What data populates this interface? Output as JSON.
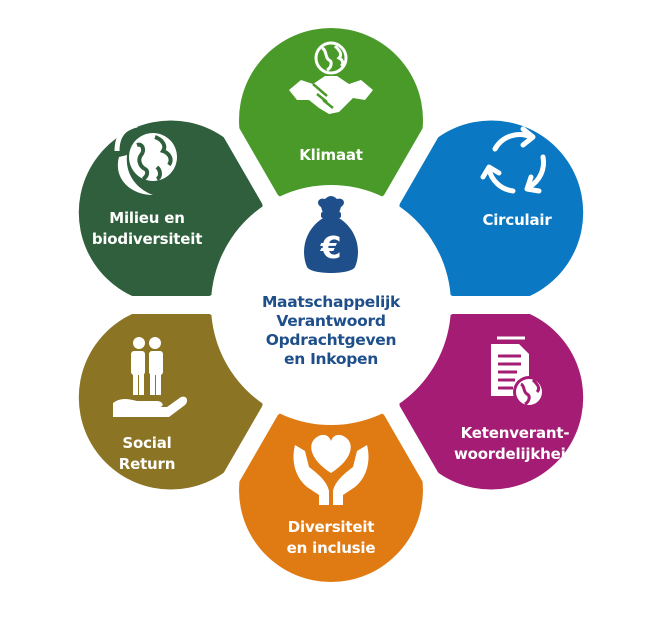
{
  "center": {
    "lines": [
      "Maatschappelijk",
      "Verantwoord",
      "Opdrachtgeven",
      "en Inkopen"
    ],
    "icon": "money-bag-euro-icon",
    "color": "#1f4f8a"
  },
  "segments": [
    {
      "id": "klimaat",
      "lines": [
        "Klimaat"
      ],
      "icon": "globe-handshake-icon",
      "color": "#4a9a2a"
    },
    {
      "id": "circulair",
      "lines": [
        "Circulair"
      ],
      "icon": "recycle-arrows-icon",
      "color": "#0a78c3"
    },
    {
      "id": "keten",
      "lines": [
        "Ketenverant-",
        "woordelijkheid"
      ],
      "icon": "document-globe-icon",
      "color": "#a51c74"
    },
    {
      "id": "diversiteit",
      "lines": [
        "Diversiteit",
        "en inclusie"
      ],
      "icon": "heart-hands-icon",
      "color": "#e07b14"
    },
    {
      "id": "social",
      "lines": [
        "Social",
        "Return"
      ],
      "icon": "people-hand-icon",
      "color": "#8b7424"
    },
    {
      "id": "milieu",
      "lines": [
        "Milieu en",
        "biodiversiteit"
      ],
      "icon": "globe-leaf-icon",
      "color": "#2f5f3c"
    }
  ]
}
